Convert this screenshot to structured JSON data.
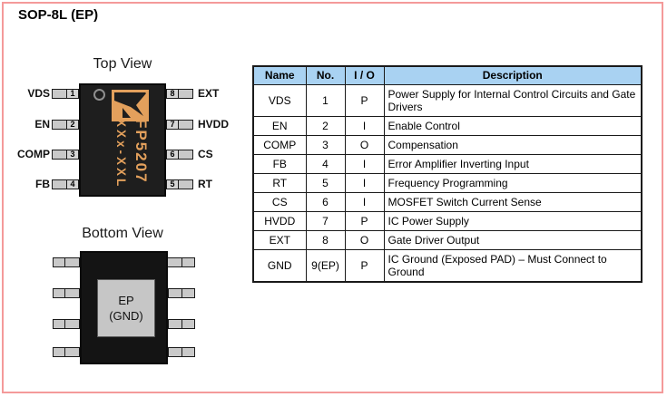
{
  "page": {
    "title": "SOP-8L (EP)"
  },
  "top_view": {
    "label": "Top View",
    "marking": {
      "line1": "FP5207",
      "line2": "XXx-XXL"
    },
    "left_pins": [
      {
        "name": "VDS",
        "no": "1"
      },
      {
        "name": "EN",
        "no": "2"
      },
      {
        "name": "COMP",
        "no": "3"
      },
      {
        "name": "FB",
        "no": "4"
      }
    ],
    "right_pins": [
      {
        "name": "EXT",
        "no": "8"
      },
      {
        "name": "HVDD",
        "no": "7"
      },
      {
        "name": "CS",
        "no": "6"
      },
      {
        "name": "RT",
        "no": "5"
      }
    ]
  },
  "bottom_view": {
    "label": "Bottom View",
    "pad_line1": "EP",
    "pad_line2": "(GND)"
  },
  "pin_table": {
    "headers": [
      "Name",
      "No.",
      "I / O",
      "Description"
    ],
    "rows": [
      [
        "VDS",
        "1",
        "P",
        "Power Supply for Internal Control Circuits and Gate Drivers"
      ],
      [
        "EN",
        "2",
        "I",
        "Enable Control"
      ],
      [
        "COMP",
        "3",
        "O",
        "Compensation"
      ],
      [
        "FB",
        "4",
        "I",
        "Error Amplifier Inverting Input"
      ],
      [
        "RT",
        "5",
        "I",
        "Frequency Programming"
      ],
      [
        "CS",
        "6",
        "I",
        "MOSFET Switch Current Sense"
      ],
      [
        "HVDD",
        "7",
        "P",
        "IC Power Supply"
      ],
      [
        "EXT",
        "8",
        "O",
        "Gate Driver Output"
      ],
      [
        "GND",
        "9(EP)",
        "P",
        "IC Ground (Exposed PAD) – Must Connect to Ground"
      ]
    ]
  },
  "colors": {
    "frame_border": "#f49a9a",
    "table_header_blue": "#a9d2f2",
    "chip_marking_orange": "#e3a05c",
    "chip_body": "#1e1e1e",
    "pin_gray": "#c9c9c9"
  }
}
